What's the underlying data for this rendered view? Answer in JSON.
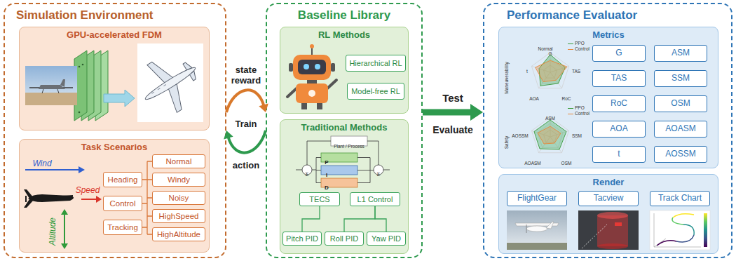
{
  "diagram": {
    "nodes": [
      {
        "text": [
          "Simulation Environment"
        ]
      },
      {
        "text": [
          "GPU-accelerated FDM"
        ],
        "in": 0
      },
      {
        "text": [
          "Task Scenarios"
        ],
        "in": 0
      },
      {
        "text": [
          "Heading"
        ],
        "in": 2
      },
      {
        "text": [
          "Control"
        ],
        "in": 2
      },
      {
        "text": [
          "Tracking"
        ],
        "in": 2
      },
      {
        "text": [
          "Normal"
        ],
        "in": 2
      },
      {
        "text": [
          "Windy"
        ],
        "in": 2
      },
      {
        "text": [
          "Noisy"
        ],
        "in": 2
      },
      {
        "text": [
          "HighSpeed"
        ],
        "in": 2
      },
      {
        "text": [
          "HighAltitude"
        ],
        "in": 2
      },
      {
        "text": [
          "Baseline Library"
        ]
      },
      {
        "text": [
          "RL Methods"
        ],
        "in": 11
      },
      {
        "text": [
          "Hierarchical RL"
        ],
        "in": 12
      },
      {
        "text": [
          "Model-free RL"
        ],
        "in": 12
      },
      {
        "text": [
          "Traditional Methods"
        ],
        "in": 11
      },
      {
        "text": [
          "TECS"
        ],
        "in": 15
      },
      {
        "text": [
          "L1 Control"
        ],
        "in": 15
      },
      {
        "text": [
          "Pitch PID"
        ],
        "in": 15
      },
      {
        "text": [
          "Roll PID"
        ],
        "in": 15
      },
      {
        "text": [
          "Yaw PID"
        ],
        "in": 15
      },
      {
        "text": [
          "Performance Evaluator"
        ]
      },
      {
        "text": [
          "Metrics"
        ],
        "in": 21
      },
      {
        "text": [
          "G"
        ],
        "in": 22
      },
      {
        "text": [
          "ASM"
        ],
        "in": 22
      },
      {
        "text": [
          "TAS"
        ],
        "in": 22
      },
      {
        "text": [
          "SSM"
        ],
        "in": 22
      },
      {
        "text": [
          "RoC"
        ],
        "in": 22
      },
      {
        "text": [
          "OSM"
        ],
        "in": 22
      },
      {
        "text": [
          "AOA"
        ],
        "in": 22
      },
      {
        "text": [
          "AOASM"
        ],
        "in": 22
      },
      {
        "text": [
          "t"
        ],
        "in": 22
      },
      {
        "text": [
          "AOSSM"
        ],
        "in": 22
      },
      {
        "text": [
          "Render"
        ],
        "in": 21
      },
      {
        "text": [
          "FlightGear"
        ],
        "in": 33
      },
      {
        "text": [
          "Tacview"
        ],
        "in": 33
      },
      {
        "text": [
          "Track Chart"
        ],
        "in": 33
      }
    ],
    "edges": [
      {
        "from": 0,
        "to": 11,
        "arrow": "to",
        "label": "state reward"
      },
      {
        "from": 11,
        "to": 0,
        "arrow": "to",
        "label": "action"
      },
      {
        "from": 11,
        "to": 21,
        "arrow": "to",
        "label": "Test"
      },
      {
        "from": 16,
        "to": 18,
        "arrow": "none"
      },
      {
        "from": 17,
        "to": 19,
        "arrow": "none"
      },
      {
        "from": 17,
        "to": 20,
        "arrow": "none"
      }
    ],
    "labels": [
      "Train",
      "Evaluate",
      "Wind",
      "Speed",
      "Altitude",
      "Plant / Process",
      "P",
      "I",
      "D",
      "Σ",
      "Σ",
      "Normal",
      "Maneuverability",
      "G",
      "TAS",
      "RoC",
      "AOA",
      "t",
      "Safety",
      "ASM",
      "SSM",
      "OSM",
      "AOASM",
      "AOSSM"
    ],
    "legend": [
      {
        "text": "PPO"
      },
      {
        "text": "Control"
      },
      {
        "text": "PPO"
      },
      {
        "text": "Control"
      }
    ]
  }
}
